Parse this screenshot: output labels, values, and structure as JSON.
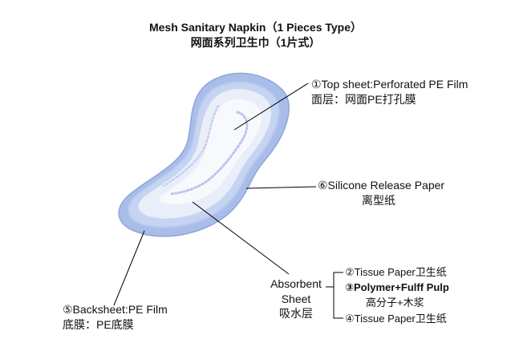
{
  "title": {
    "en": "Mesh Sanitary Napkin（1 Pieces Type）",
    "cn": "网面系列卫生巾（1片式）"
  },
  "labels": {
    "top_sheet": {
      "en": "①Top sheet:Perforated PE Film",
      "cn": "面层：网面PE打孔膜"
    },
    "release_paper": {
      "en": "⑥Silicone Release Paper",
      "cn": "离型纸"
    },
    "absorbent": {
      "line1": "Absorbent",
      "line2": "Sheet",
      "cn": "吸水层"
    },
    "layers": {
      "tissue_top": "②Tissue Paper卫生纸",
      "polymer": "③Polymer+Fulff Pulp",
      "polymer_cn": "高分子+木浆",
      "tissue_bottom": "④Tissue Paper卫生纸"
    },
    "backsheet": {
      "en": "⑤Backsheet:PE Film",
      "cn": "底膜：PE底膜"
    }
  },
  "colors": {
    "pad_outer": "#a9bde8",
    "pad_mid": "#c5d4f3",
    "pad_inner": "#e9eef9",
    "pad_core": "#f7f9fd",
    "leader_line": "#000000"
  }
}
